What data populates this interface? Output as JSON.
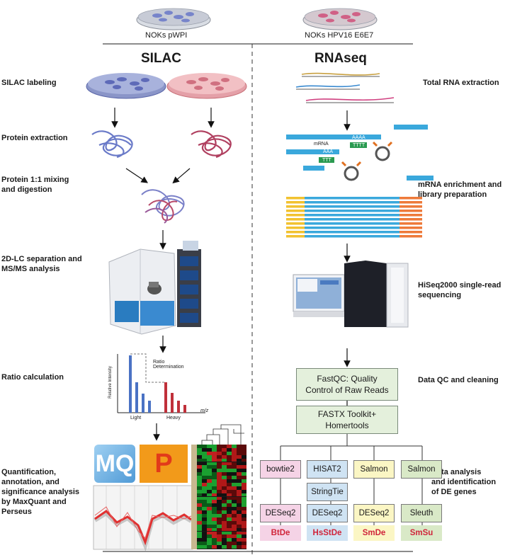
{
  "conditions": {
    "left": "NOKs pWPI",
    "right": "NOKs HPV16 E6E7"
  },
  "sections": {
    "left_title": "SILAC",
    "right_title": "RNAseq"
  },
  "silac_steps": [
    "SILAC labeling",
    "Protein extraction",
    "Protein 1:1 mixing\nand digestion",
    "2D-LC separation and\nMS/MS analysis",
    "Ratio calculation",
    "Quantification,\nannotation, and\nsignificance analysis\nby MaxQuant and\nPerseus"
  ],
  "rnaseq_steps": [
    "Total RNA extraction",
    "mRNA enrichment and\nlibrary preparation",
    "HiSeq2000 single-read\nsequencing",
    "Data QC and cleaning",
    "Data analysis\nand identification\nof DE genes"
  ],
  "ratio_chart": {
    "annotation": "Ratio\nDetermination",
    "ylabel": "Relative Intensity",
    "xlabel": "m/z",
    "light_label": "Light",
    "heavy_label": "Heavy"
  },
  "library_prep": {
    "mrna_label": "mRNA",
    "polya_tail": "AAAA",
    "polya_tail_short": "AAA",
    "oligo_dt": "TTTT",
    "oligo_dt_short": "TTT"
  },
  "logos": {
    "maxquant": "MQ",
    "perseus": "P"
  },
  "qc_boxes": [
    "FastQC: Quality\nControl of Raw Reads",
    "FASTX Toolkit+\nHomertools"
  ],
  "pipelines": [
    {
      "aligner": "bowtie2",
      "assembler": "",
      "de_tool": "DESeq2",
      "result": "BtDe",
      "color": "#f5d3e6"
    },
    {
      "aligner": "HISAT2",
      "assembler": "StringTie",
      "de_tool": "DESeq2",
      "result": "HsStDe",
      "color": "#cfe3f3"
    },
    {
      "aligner": "Salmon",
      "assembler": "",
      "de_tool": "DESeq2",
      "result": "SmDe",
      "color": "#fbf6c4"
    },
    {
      "aligner": "Salmon",
      "assembler": "",
      "de_tool": "Sleuth",
      "result": "SmSu",
      "color": "#d9e9c7"
    }
  ],
  "colors": {
    "result_text": "#d0243a",
    "box_fill": "#e4f0dc",
    "light_heavy_blue": "#4a72c4",
    "light_heavy_red": "#c0303a",
    "lib_yellow": "#f2c230",
    "lib_blue": "#3aa8dc",
    "lib_orange": "#ee7a3a"
  }
}
